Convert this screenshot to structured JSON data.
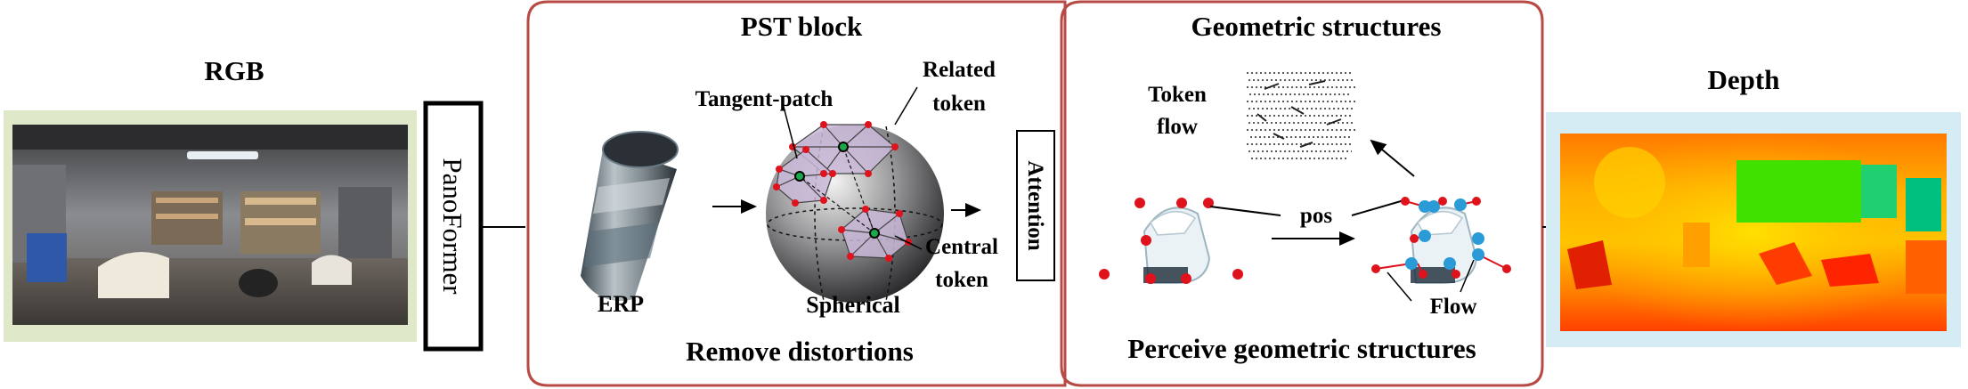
{
  "left": {
    "title": "RGB",
    "input_label": "RGB"
  },
  "panoformer": {
    "label": "PanoFormer"
  },
  "pst_block": {
    "title": "PST block",
    "labels": {
      "tangent_patch": "Tangent-patch",
      "related_token_line1": "Related",
      "related_token_line2": "token",
      "central_token_line1": "Central",
      "central_token_line2": "token",
      "erp": "ERP",
      "spherical": "Spherical"
    },
    "attention": "Attention",
    "caption": "Remove distortions"
  },
  "geometric": {
    "title": "Geometric structures",
    "token_flow_line1": "Token",
    "token_flow_line2": "flow",
    "pos": "pos",
    "flow": "Flow",
    "caption": "Perceive geometric structures"
  },
  "right": {
    "title": "Depth"
  },
  "colors": {
    "frame_red": "#b84a44",
    "point_red": "#e0121c",
    "point_blue": "#2b9bd8",
    "rgb_border": "#dfe8c8",
    "depth_border": "#d6ecf4"
  }
}
